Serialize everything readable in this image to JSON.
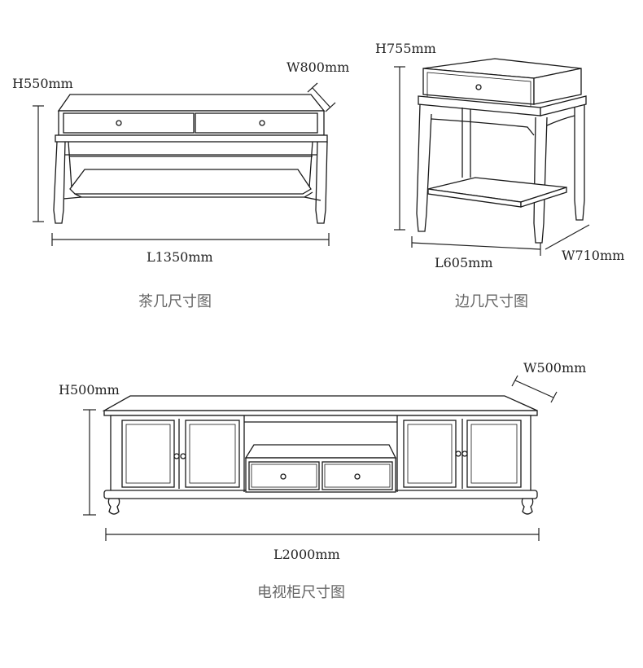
{
  "coffee_table": {
    "height_label": "H550mm",
    "width_label": "W800mm",
    "length_label": "L1350mm",
    "caption": "茶几尺寸图"
  },
  "side_table": {
    "height_label": "H755mm",
    "length_label": "L605mm",
    "width_label": "W710mm",
    "caption": "边几尺寸图"
  },
  "tv_cabinet": {
    "height_label": "H500mm",
    "width_label": "W500mm",
    "length_label": "L2000mm",
    "caption": "电视柜尺寸图"
  }
}
